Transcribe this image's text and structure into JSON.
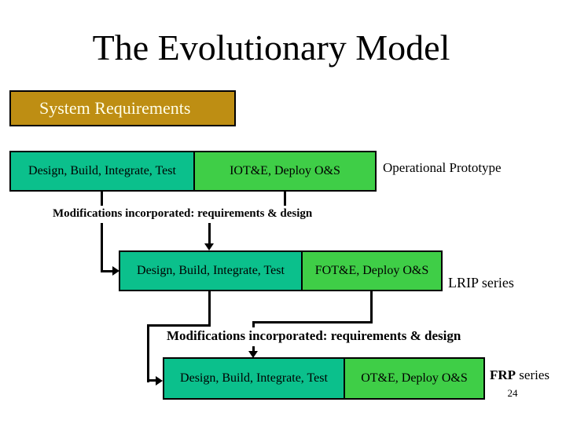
{
  "slide": {
    "title": "The Evolutionary Model",
    "system_requirements_label": "System Requirements",
    "rows": [
      {
        "phase": "Design, Build, Integrate, Test",
        "deploy": "IOT&E, Deploy O&S",
        "annotation": "Operational Prototype"
      },
      {
        "phase": "Design, Build, Integrate, Test",
        "deploy": "FOT&E, Deploy O&S",
        "annotation": "LRIP series"
      },
      {
        "phase": "Design, Build, Integrate, Test",
        "deploy": "OT&E, Deploy O&S",
        "annotation_bold": "FRP",
        "annotation_rest": " series"
      }
    ],
    "modifications": [
      "Modifications incorporated: requirements & design",
      "Modifications incorporated: requirements & design"
    ],
    "page_number": "24",
    "colors": {
      "teal": "#0bc08c",
      "green": "#3fce47",
      "gold": "#be8e13",
      "line": "#000000",
      "background": "#ffffff"
    }
  }
}
